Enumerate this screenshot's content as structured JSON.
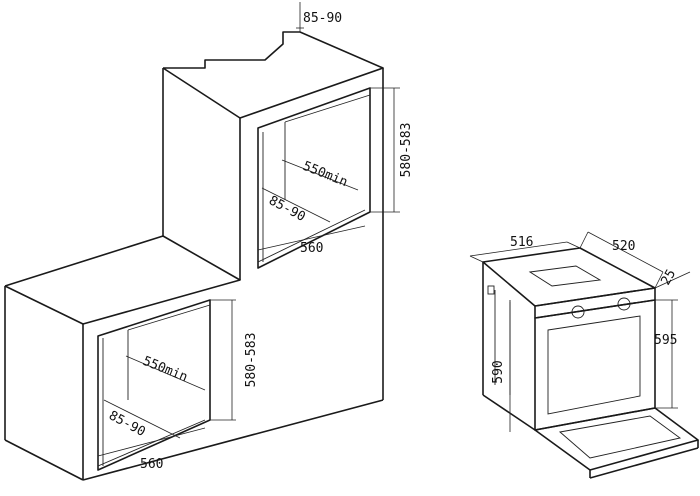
{
  "upper_cabinet": {
    "top_gap": "85-90",
    "height": "580-583",
    "depth": "550min",
    "bottom_gap": "85-90",
    "width": "560"
  },
  "lower_cabinet": {
    "height": "580-583",
    "depth": "550min",
    "bottom_gap": "85-90",
    "width": "560"
  },
  "oven": {
    "width": "516",
    "depth": "520",
    "door_thickness": "25",
    "door_height": "595",
    "body_height": "590"
  }
}
